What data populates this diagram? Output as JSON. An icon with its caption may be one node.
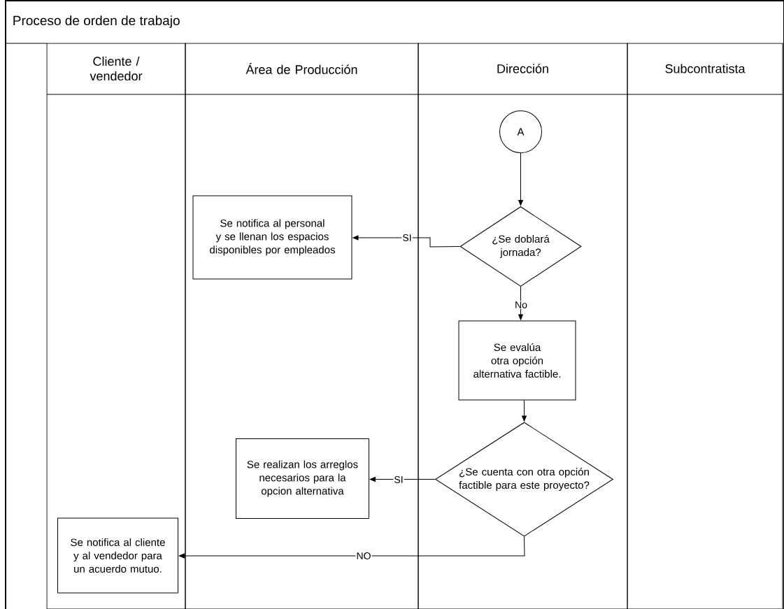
{
  "diagram": {
    "title": "Proceso de orden de trabajo",
    "nodes": [
      {
        "text": [
          "Cliente / vendedor"
        ]
      },
      {
        "text": [
          "Área de Producción"
        ]
      },
      {
        "text": [
          "Dirección"
        ]
      },
      {
        "text": [
          "Subcontratista"
        ]
      },
      {
        "text": [
          "A"
        ],
        "in": 2
      },
      {
        "text": [
          "¿Se doblará jornada?"
        ],
        "in": 2
      },
      {
        "text": [
          "Se notifica al personal y se llenan los espacios disponibles por empleados"
        ],
        "in": 1
      },
      {
        "text": [
          "Se evalúa otra opción alternativa factible."
        ],
        "in": 2
      },
      {
        "text": [
          "¿Se cuenta con otra opción factible para este proyecto?"
        ],
        "in": 2
      },
      {
        "text": [
          "Se realizan los arreglos necesarios para la opcion alternativa"
        ],
        "in": 1
      },
      {
        "text": [
          "Se notifica al cliente y al vendedor para un acuerdo mutuo."
        ],
        "in": 0
      }
    ],
    "edges": [
      {
        "from": 4,
        "to": 5,
        "arrow": "to"
      },
      {
        "from": 5,
        "to": 6,
        "arrow": "to",
        "label": "SI"
      },
      {
        "from": 5,
        "to": 7,
        "arrow": "to",
        "label": "No"
      },
      {
        "from": 7,
        "to": 8,
        "arrow": "to"
      },
      {
        "from": 8,
        "to": 9,
        "arrow": "to",
        "label": "SI"
      },
      {
        "from": 8,
        "to": 10,
        "arrow": "to",
        "label": "NO"
      }
    ]
  }
}
